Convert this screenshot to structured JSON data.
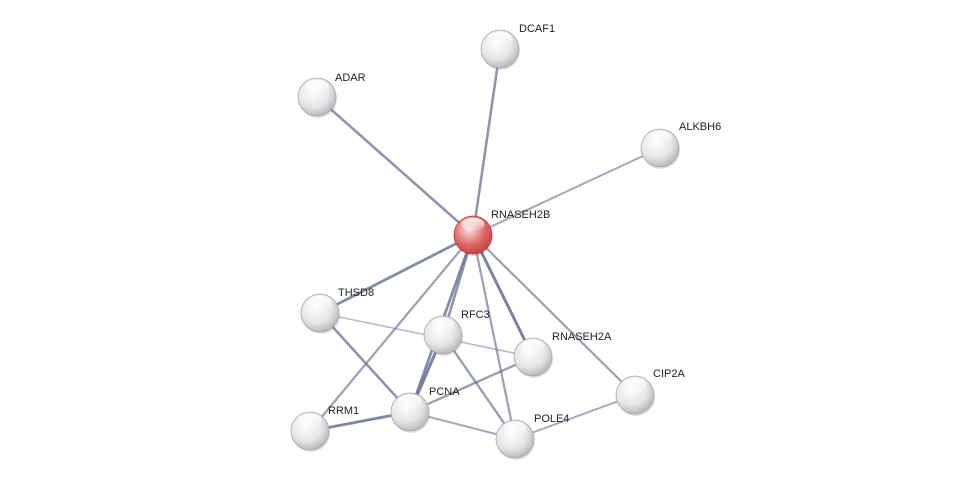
{
  "network": {
    "colors": {
      "background": "#ffffff",
      "query_node": "#e06666",
      "query_node_dark": "#b83b3b",
      "partner_node": "#e6e6e6",
      "partner_node_dark": "#a9a9a9",
      "edge": "#6e7391",
      "label": "#222222"
    },
    "nodes": [
      {
        "id": "DCAF1",
        "label": "DCAF1",
        "type": "partner"
      },
      {
        "id": "ADAR",
        "label": "ADAR",
        "type": "partner"
      },
      {
        "id": "ALKBH6",
        "label": "ALKBH6",
        "type": "partner"
      },
      {
        "id": "RNASEH2B",
        "label": "RNASEH2B",
        "type": "query"
      },
      {
        "id": "THSD8",
        "label": "THSD8",
        "type": "partner"
      },
      {
        "id": "RFC3",
        "label": "RFC3",
        "type": "partner"
      },
      {
        "id": "RNASEH2A",
        "label": "RNASEH2A",
        "type": "partner"
      },
      {
        "id": "CIP2A",
        "label": "CIP2A",
        "type": "partner"
      },
      {
        "id": "PCNA",
        "label": "PCNA",
        "type": "partner"
      },
      {
        "id": "RRM1",
        "label": "RRM1",
        "type": "partner"
      },
      {
        "id": "POLE4",
        "label": "POLE4",
        "type": "partner"
      }
    ],
    "edges": [
      {
        "source": "RNASEH2B",
        "target": "DCAF1",
        "strength": 0.7
      },
      {
        "source": "RNASEH2B",
        "target": "ADAR",
        "strength": 0.7
      },
      {
        "source": "RNASEH2B",
        "target": "ALKBH6",
        "strength": 0.45
      },
      {
        "source": "RNASEH2B",
        "target": "THSD8",
        "strength": 0.8
      },
      {
        "source": "RNASEH2B",
        "target": "RFC3",
        "strength": 0.7
      },
      {
        "source": "RNASEH2B",
        "target": "RNASEH2A",
        "strength": 0.9
      },
      {
        "source": "RNASEH2B",
        "target": "CIP2A",
        "strength": 0.55
      },
      {
        "source": "RNASEH2B",
        "target": "PCNA",
        "strength": 0.8
      },
      {
        "source": "RNASEH2B",
        "target": "RRM1",
        "strength": 0.55
      },
      {
        "source": "RNASEH2B",
        "target": "POLE4",
        "strength": 0.55
      },
      {
        "source": "THSD8",
        "target": "RNASEH2A",
        "strength": 0.25
      },
      {
        "source": "THSD8",
        "target": "PCNA",
        "strength": 0.7
      },
      {
        "source": "RFC3",
        "target": "PCNA",
        "strength": 0.9
      },
      {
        "source": "RFC3",
        "target": "POLE4",
        "strength": 0.6
      },
      {
        "source": "RNASEH2A",
        "target": "PCNA",
        "strength": 0.6
      },
      {
        "source": "PCNA",
        "target": "RRM1",
        "strength": 0.85
      },
      {
        "source": "PCNA",
        "target": "POLE4",
        "strength": 0.45
      },
      {
        "source": "POLE4",
        "target": "CIP2A",
        "strength": 0.45
      }
    ]
  }
}
